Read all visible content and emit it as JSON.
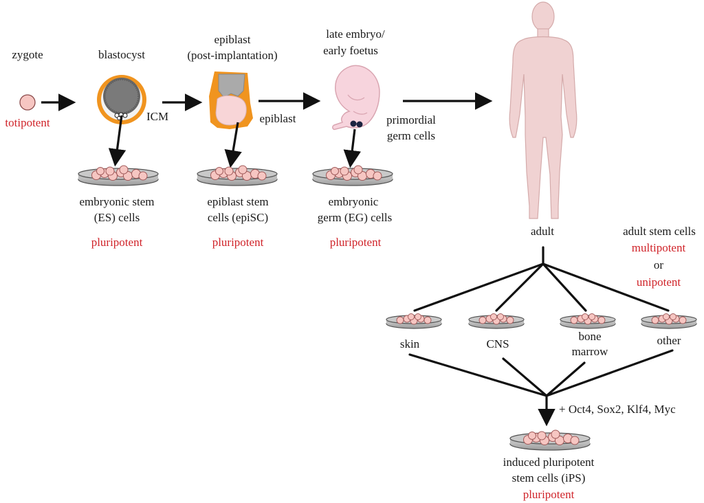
{
  "stages": {
    "zygote": {
      "name": "zygote",
      "potency": "totipotent"
    },
    "blastocyst": {
      "name": "blastocyst",
      "part": "ICM"
    },
    "epiblast": {
      "name_line1": "epiblast",
      "name_line2": "(post-implantation)",
      "part": "epiblast"
    },
    "embryo": {
      "name_line1": "late embryo/",
      "name_line2": "early foetus",
      "part_line1": "primordial",
      "part_line2": "germ cells"
    },
    "adult": {
      "name": "adult"
    }
  },
  "derived_cells": {
    "es": {
      "line1": "embryonic stem",
      "line2": "(ES) cells",
      "potency": "pluripotent"
    },
    "episc": {
      "line1": "epiblast stem",
      "line2": "cells (epiSC)",
      "potency": "pluripotent"
    },
    "eg": {
      "line1": "embryonic",
      "line2": "germ (EG) cells",
      "potency": "pluripotent"
    }
  },
  "adult_stem_cells": {
    "title": "adult stem cells",
    "potency1": "multipotent",
    "or": "or",
    "potency2": "unipotent",
    "tissues": {
      "skin": "skin",
      "cns": "CNS",
      "bone_line1": "bone",
      "bone_line2": "marrow",
      "other": "other"
    }
  },
  "reprogramming": {
    "factors": "+ Oct4, Sox2, Klf4, Myc",
    "ips_line1": "induced pluripotent",
    "ips_line2": "stem cells (iPS)",
    "potency": "pluripotent"
  },
  "colors": {
    "potency_text": "#d0242a",
    "cell_fill": "#f6c6c2",
    "blastocyst_rim": "#f0941f",
    "body_fill": "#f0d2d2"
  }
}
